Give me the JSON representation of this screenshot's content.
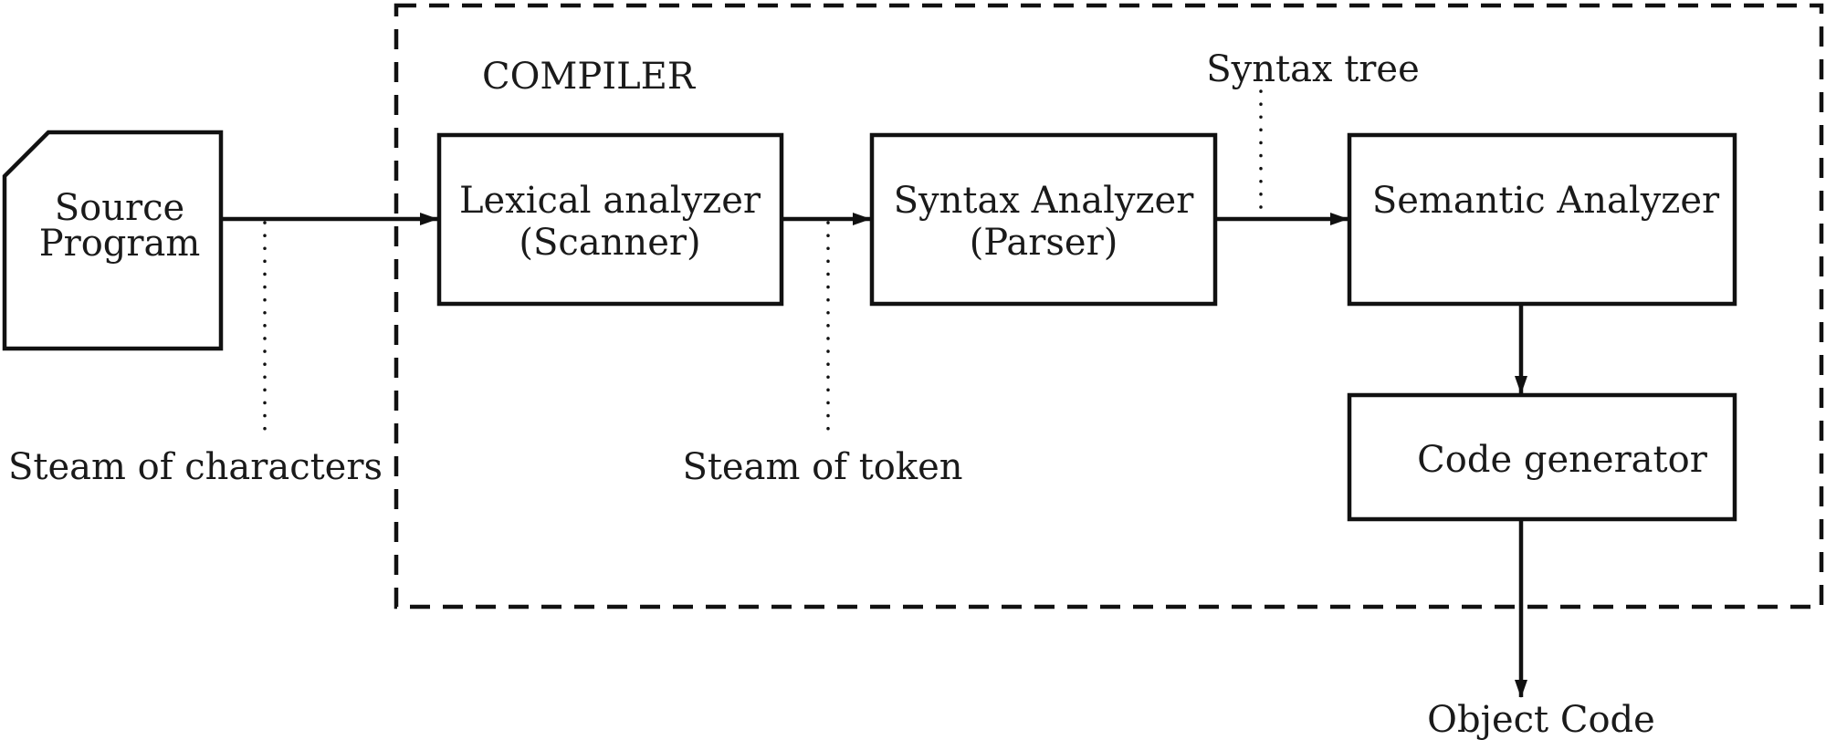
{
  "diagram": {
    "compiler_label": "COMPILER",
    "source_program": {
      "line1": "Source",
      "line2": "Program"
    },
    "lexical_analyzer": {
      "line1": "Lexical analyzer",
      "line2": "(Scanner)"
    },
    "syntax_analyzer": {
      "line1": "Syntax Analyzer",
      "line2": "(Parser)"
    },
    "semantic_analyzer": {
      "label": "Semantic Analyzer"
    },
    "code_generator": {
      "label": "Code generator"
    },
    "annotations": {
      "stream_of_characters": "Steam of characters",
      "stream_of_token": "Steam of token",
      "syntax_tree": "Syntax tree"
    },
    "output": {
      "label": "Object Code"
    }
  }
}
